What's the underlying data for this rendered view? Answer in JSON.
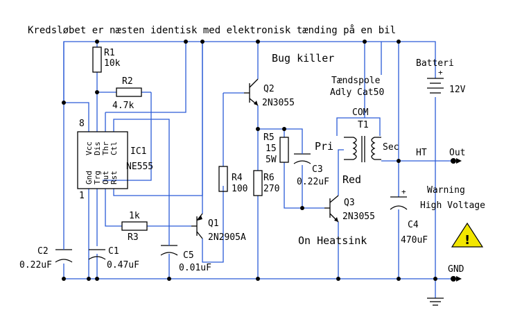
{
  "title": "Kredsløbet er næsten identisk med elektronisk tænding på en bil",
  "heading": "Bug killer",
  "ic": {
    "ref": "IC1",
    "part": "NE555",
    "pin8": "8",
    "pin1": "1",
    "top_pins": [
      "Vcc",
      "Dis",
      "Thr",
      "Ctl"
    ],
    "bottom_pins": [
      "Gnd",
      "Trg",
      "Out",
      "Rst"
    ]
  },
  "r1": {
    "ref": "R1",
    "value": "10k"
  },
  "r2": {
    "ref": "R2",
    "value": "4.7k"
  },
  "r3": {
    "ref": "R3",
    "value": "1k"
  },
  "r4": {
    "ref": "R4",
    "value": "100"
  },
  "r5": {
    "ref": "R5",
    "value1": "15",
    "value2": "5W"
  },
  "r6": {
    "ref": "R6",
    "value": "270"
  },
  "c1": {
    "ref": "C1",
    "value": "0.47uF"
  },
  "c2": {
    "ref": "C2",
    "value": "0.22uF"
  },
  "c3": {
    "ref": "C3",
    "value": "0.22uF"
  },
  "c4": {
    "ref": "C4",
    "value": "470uF"
  },
  "c5": {
    "ref": "C5",
    "value": "0.01uF"
  },
  "q1": {
    "ref": "Q1",
    "part": "2N2905A"
  },
  "q2": {
    "ref": "Q2",
    "part": "2N3055"
  },
  "q3": {
    "ref": "Q3",
    "part": "2N3055"
  },
  "coil": {
    "name": "Tændspole",
    "model": "Adly Cat50",
    "com": "COM",
    "ref": "T1",
    "pri": "Pri",
    "sec": "Sec"
  },
  "labels": {
    "red": "Red",
    "ht": "HT",
    "out": "Out",
    "heatsink": "On Heatsink",
    "gnd": "GND"
  },
  "battery": {
    "name": "Batteri",
    "voltage": "12V"
  },
  "warning": {
    "line1": "Warning",
    "line2": "High Voltage"
  },
  "colors": {
    "wire": "#2a5bd7",
    "warning_fill": "#f2e600",
    "ink": "#000000"
  }
}
